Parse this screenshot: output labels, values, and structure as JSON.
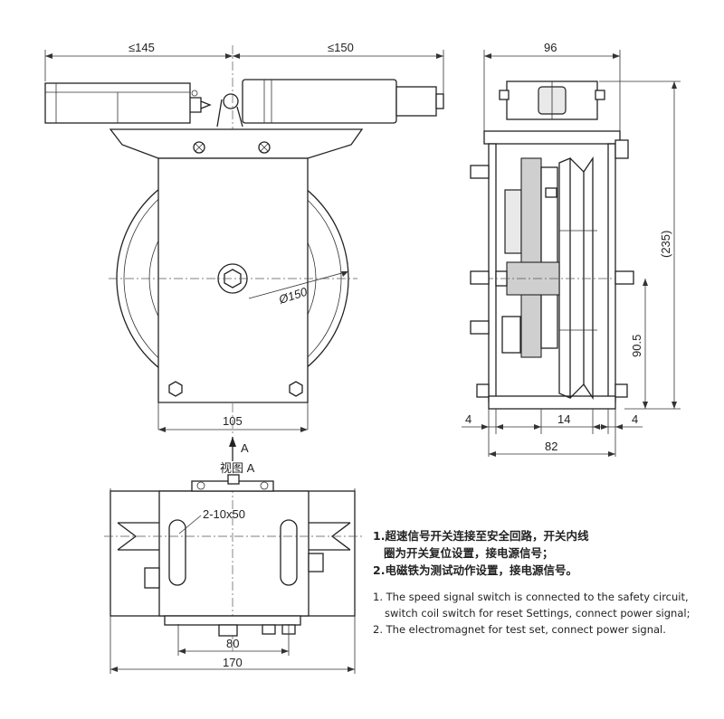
{
  "dimensions": {
    "side_left": "≤145",
    "side_right": "≤150",
    "top_width": "96",
    "height_235": "(235)",
    "height_90_5": "90.5",
    "diameter": "Ø150",
    "base_105": "105",
    "gap_4_left": "4",
    "gap_14": "14",
    "gap_4_right": "4",
    "width_82": "82",
    "slot_80": "80",
    "width_170": "170",
    "slots": "2-10x50"
  },
  "view": {
    "arrow_label": "A",
    "view_label": "视图 A"
  },
  "notes": {
    "cn_1a": "1.超速信号开关连接至安全回路，开关内线",
    "cn_1b": "圈为开关复位设置，接电源信号；",
    "cn_2": "2.电磁铁为测试动作设置，接电源信号。",
    "en_1a": "1. The speed signal switch is connected to the safety circuit,",
    "en_1b": "switch coil switch for reset Settings, connect power signal;",
    "en_2": "2. The electromagnet for test set, connect power signal."
  }
}
